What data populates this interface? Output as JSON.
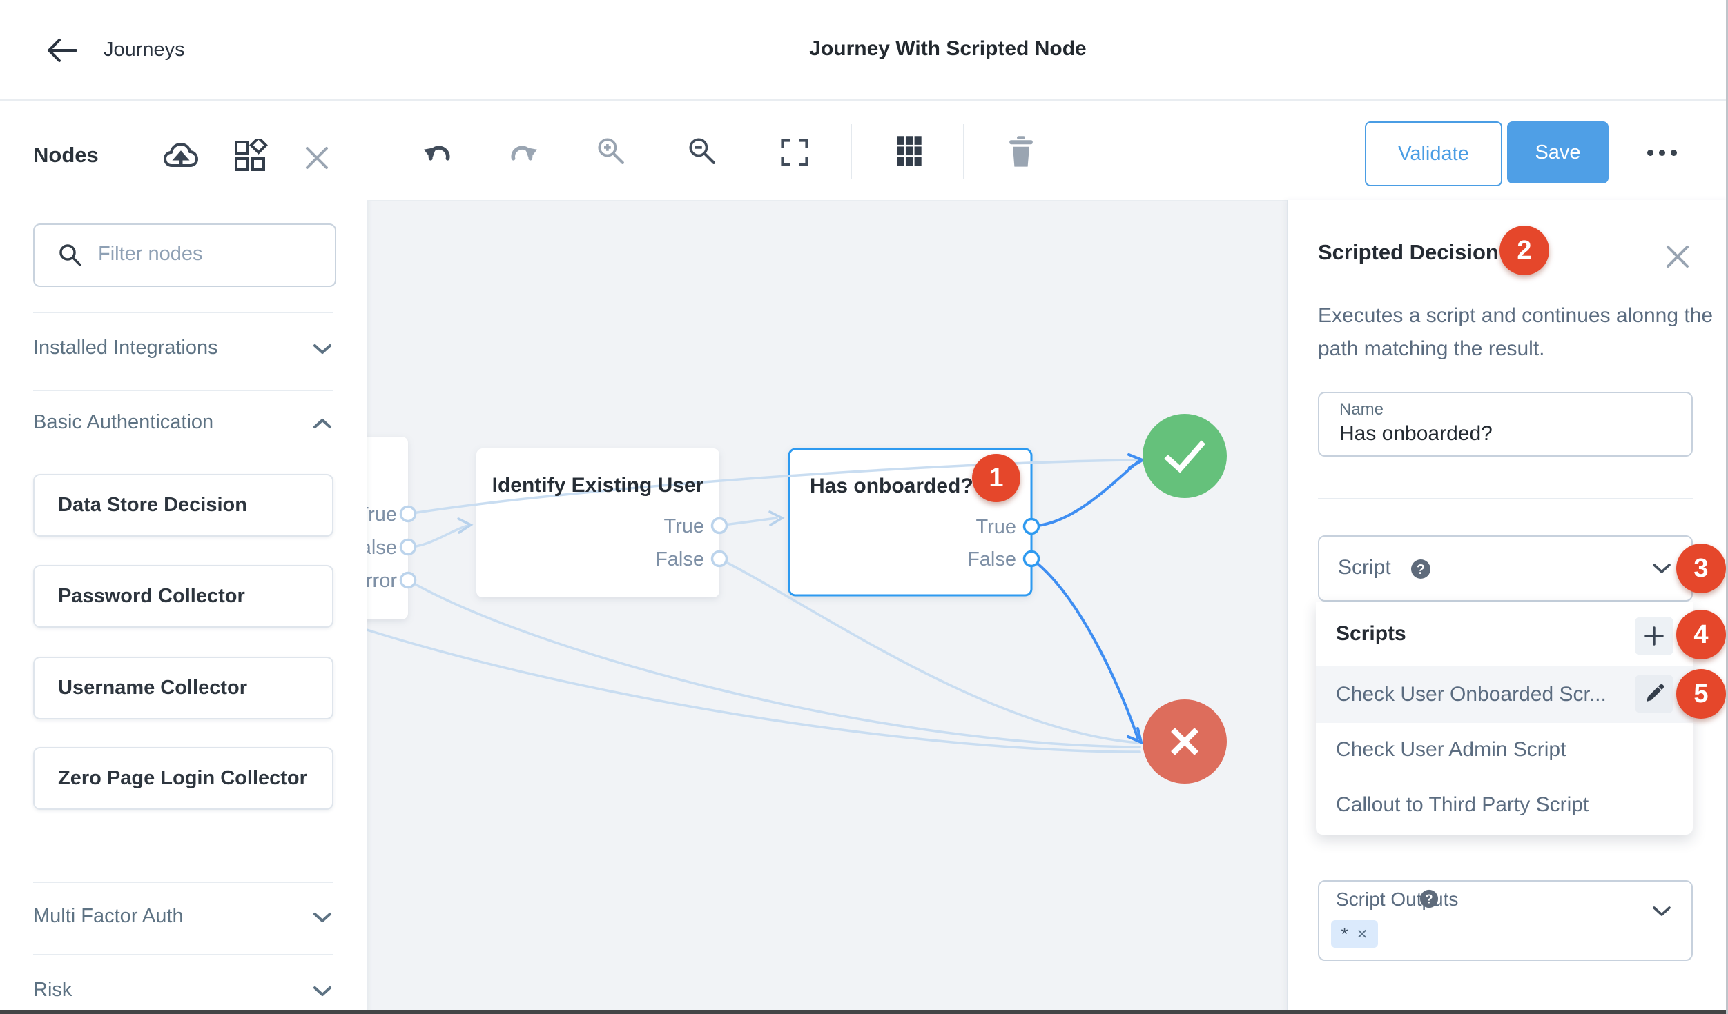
{
  "header": {
    "back_icon": "arrow-left",
    "breadcrumb": "Journeys",
    "title": "Journey With Scripted Node"
  },
  "sidebar": {
    "title": "Nodes",
    "filter_placeholder": "Filter nodes",
    "sections": [
      {
        "label": "Installed Integrations",
        "state": "collapsed"
      },
      {
        "label": "Basic Authentication",
        "state": "expanded"
      },
      {
        "label": "Multi Factor Auth",
        "state": "collapsed"
      },
      {
        "label": "Risk",
        "state": "collapsed"
      }
    ],
    "nodes": [
      {
        "label": "Data Store Decision"
      },
      {
        "label": "Password Collector"
      },
      {
        "label": "Username Collector"
      },
      {
        "label": "Zero Page Login Collector"
      }
    ]
  },
  "toolbar": {
    "validate_label": "Validate",
    "save_label": "Save",
    "icons": [
      "undo",
      "redo",
      "zoom-in",
      "zoom-out",
      "fit-screen",
      "grid",
      "trash",
      "more"
    ]
  },
  "canvas": {
    "partial_node": {
      "ports": [
        "True",
        "False",
        "Error"
      ]
    },
    "identify_node": {
      "title": "Identify Existing User",
      "ports": [
        "True",
        "False"
      ]
    },
    "decision_node": {
      "title": "Has onboarded?",
      "badge": "1",
      "ports": [
        "True",
        "False"
      ]
    },
    "success_icon": "checkmark",
    "failure_icon": "cross"
  },
  "panel": {
    "title": "Scripted Decision",
    "badge": "2",
    "description": "Executes a script and continues alonng the path matching the result.",
    "name_label": "Name",
    "name_value": "Has onboarded?",
    "script_label": "Script",
    "script_badge": "3",
    "dropdown": {
      "header": "Scripts",
      "add_badge": "4",
      "edit_badge": "5",
      "items": [
        {
          "label": "Check User Onboarded Scr..."
        },
        {
          "label": "Check User Admin Script"
        },
        {
          "label": "Callout to Third Party Script"
        }
      ]
    },
    "outputs_label": "Script Outputs",
    "outputs_chip": "*"
  },
  "colors": {
    "accent_blue": "#4f9fe6",
    "selected_node_blue": "#2e9af0",
    "edge_light": "#c9ddf1",
    "edge_dark": "#3f8ef2",
    "badge_red": "#e5472b",
    "success_green": "#65c17b",
    "failure_red": "#dd6d5c"
  }
}
